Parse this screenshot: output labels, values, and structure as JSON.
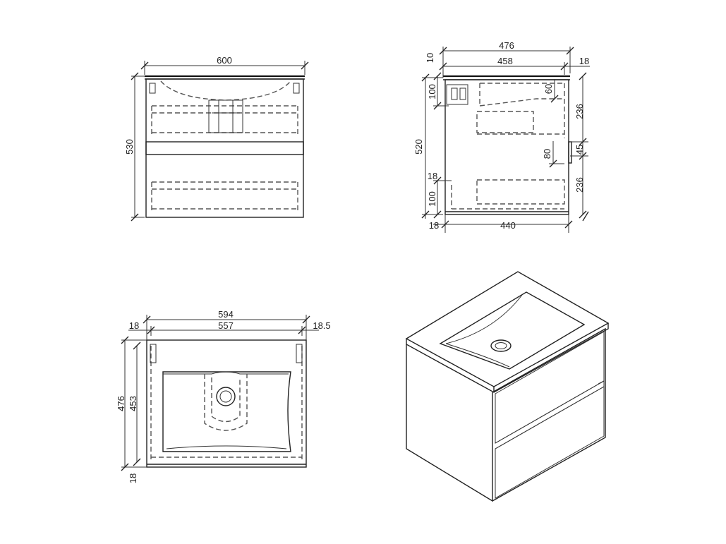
{
  "front_view": {
    "width": "600",
    "height": "530"
  },
  "side_view": {
    "overall_depth": "476",
    "top_depth": "458",
    "top_thickness": "10",
    "back_offset": "18",
    "height": "520",
    "upper_drawer_top": "100",
    "upper_drawer_depth": "60",
    "upper_drawer_height": "236",
    "gap_height": "45",
    "handle_height": "80",
    "lower_drawer_height": "236",
    "bottom_offset": "18",
    "lower_base": "100",
    "bottom_left": "18",
    "bottom_depth": "440"
  },
  "top_view": {
    "overall_width": "594",
    "inner_width": "557",
    "left_offset": "18",
    "right_offset": "18.5",
    "overall_depth": "476",
    "inner_depth": "453",
    "bottom_offset": "18"
  }
}
